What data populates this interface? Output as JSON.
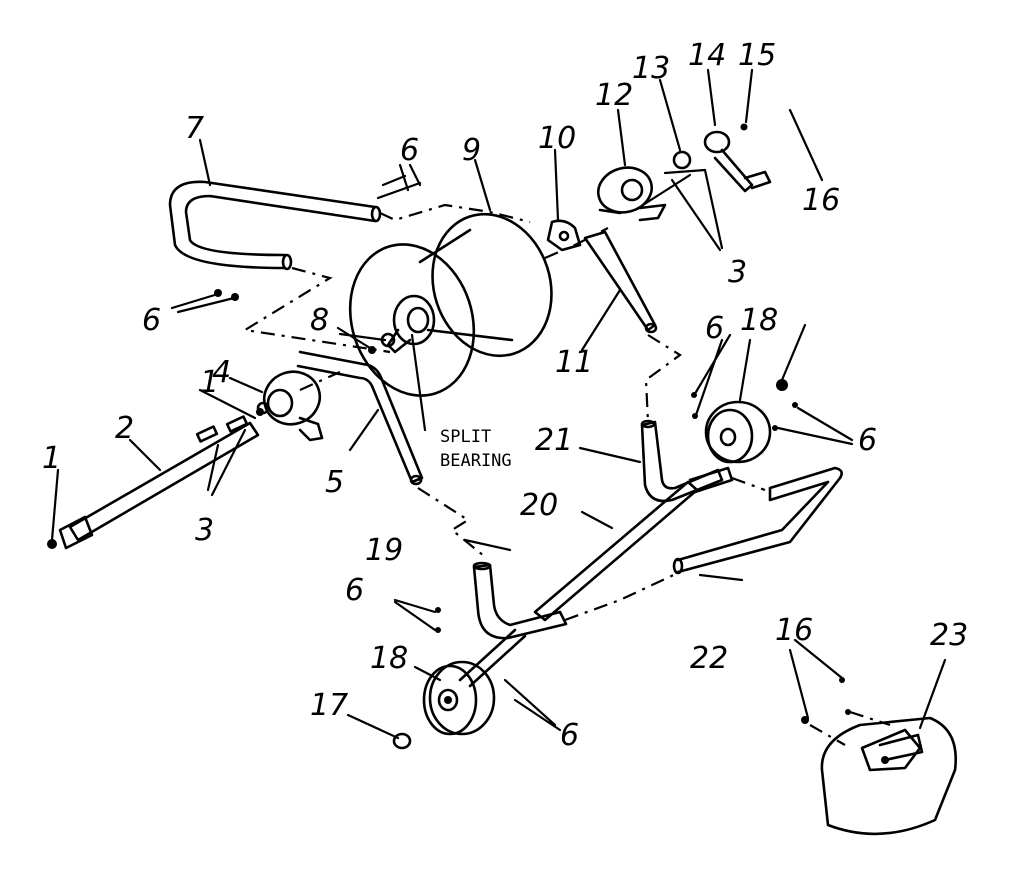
{
  "callouts": [
    {
      "id": "c1",
      "text": "1"
    },
    {
      "id": "c1b",
      "text": "1"
    },
    {
      "id": "c2",
      "text": "2"
    },
    {
      "id": "c3a",
      "text": "3"
    },
    {
      "id": "c3b",
      "text": "3"
    },
    {
      "id": "c4",
      "text": "4"
    },
    {
      "id": "c5",
      "text": "5"
    },
    {
      "id": "c6a",
      "text": "6"
    },
    {
      "id": "c6b",
      "text": "6"
    },
    {
      "id": "c6c",
      "text": "6"
    },
    {
      "id": "c6d",
      "text": "6"
    },
    {
      "id": "c6e",
      "text": "6"
    },
    {
      "id": "c6f",
      "text": "6"
    },
    {
      "id": "c7",
      "text": "7"
    },
    {
      "id": "c8",
      "text": "8"
    },
    {
      "id": "c9",
      "text": "9"
    },
    {
      "id": "c10",
      "text": "10"
    },
    {
      "id": "c11",
      "text": "11"
    },
    {
      "id": "c12",
      "text": "12"
    },
    {
      "id": "c13",
      "text": "13"
    },
    {
      "id": "c14",
      "text": "14"
    },
    {
      "id": "c15",
      "text": "15"
    },
    {
      "id": "c16a",
      "text": "16"
    },
    {
      "id": "c16b",
      "text": "16"
    },
    {
      "id": "c17",
      "text": "17"
    },
    {
      "id": "c18a",
      "text": "18"
    },
    {
      "id": "c18b",
      "text": "18"
    },
    {
      "id": "c19",
      "text": "19"
    },
    {
      "id": "c20",
      "text": "20"
    },
    {
      "id": "c21",
      "text": "21"
    },
    {
      "id": "c22",
      "text": "22"
    },
    {
      "id": "c23",
      "text": "23"
    }
  ],
  "annotation": {
    "line1": "SPLIT",
    "line2": "BEARING"
  }
}
